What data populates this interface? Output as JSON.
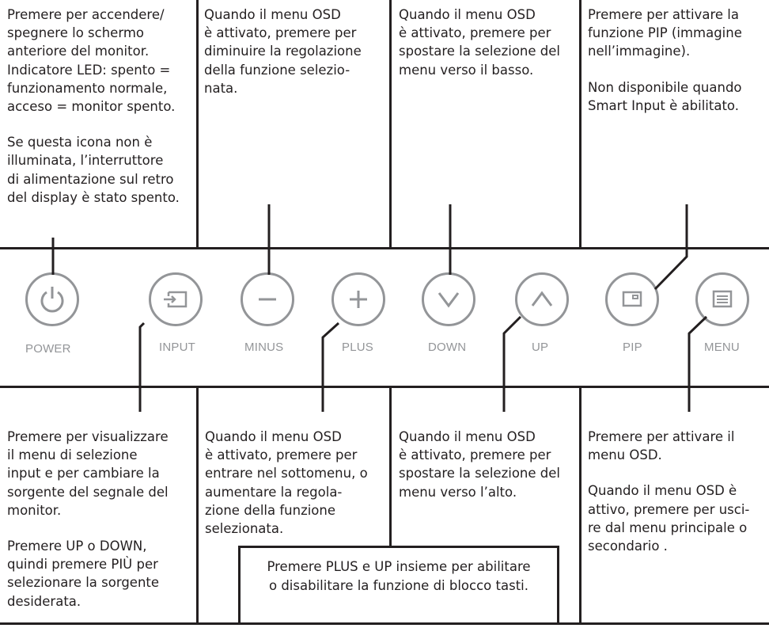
{
  "top_descriptions": [
    {
      "id": "power",
      "paragraphs": [
        "Premere per accendere/\nspegnere lo schermo\nanteriore del monitor.\nIndicatore LED: spento =\nfunzionamento normale,\nacceso = monitor spento.",
        "Se questa icona non è\nilluminata, l’interruttore\ndi alimentazione sul retro\ndel display è stato spento."
      ]
    },
    {
      "id": "minus",
      "paragraphs": [
        "Quando il menu OSD\nè attivato, premere per\ndiminuire la regolazione\ndella funzione selezio-\nnata."
      ]
    },
    {
      "id": "down",
      "paragraphs": [
        "Quando il menu OSD\nè attivato, premere per\nspostare la selezione del\nmenu verso il basso."
      ]
    },
    {
      "id": "pip",
      "paragraphs": [
        "Premere per attivare la\nfunzione PIP (immagine\nnell’immagine).",
        "Non disponibile quando\nSmart Input è abilitato."
      ]
    }
  ],
  "buttons": [
    {
      "id": "power",
      "label": "POWER",
      "icon": "power-icon"
    },
    {
      "id": "input",
      "label": "INPUT",
      "icon": "input-icon"
    },
    {
      "id": "minus",
      "label": "MINUS",
      "icon": "minus-icon"
    },
    {
      "id": "plus",
      "label": "PLUS",
      "icon": "plus-icon"
    },
    {
      "id": "down",
      "label": "DOWN",
      "icon": "chevron-down-icon"
    },
    {
      "id": "up",
      "label": "UP",
      "icon": "chevron-up-icon"
    },
    {
      "id": "pip",
      "label": "PIP",
      "icon": "pip-icon"
    },
    {
      "id": "menu",
      "label": "MENU",
      "icon": "menu-icon"
    }
  ],
  "bottom_descriptions": [
    {
      "id": "input",
      "paragraphs": [
        "Premere per visualizzare\nil menu di selezione\ninput e per cambiare la\nsorgente del segnale del\nmonitor.",
        "Premere UP o DOWN,\nquindi premere PIÙ per\nselezionare la sorgente\ndesiderata."
      ]
    },
    {
      "id": "plus",
      "paragraphs": [
        "Quando il menu OSD\nè attivato, premere per\nentrare nel sottomenu, o\naumentare la regola-\nzione della funzione\nselezionata."
      ]
    },
    {
      "id": "up",
      "paragraphs": [
        "Quando il menu OSD\nè attivato, premere per\nspostare la selezione del\nmenu verso l’alto."
      ]
    },
    {
      "id": "menu",
      "paragraphs": [
        "Premere per attivare il\nmenu OSD.",
        "Quando il menu OSD è\nattivo, premere per usci-\nre dal menu principale o\nsecondario ."
      ]
    }
  ],
  "note": "Premere PLUS e UP insieme per abilitare\no disabilitare la funzione di blocco tasti.",
  "colors": {
    "line": "#231f20",
    "button": "#939598"
  }
}
